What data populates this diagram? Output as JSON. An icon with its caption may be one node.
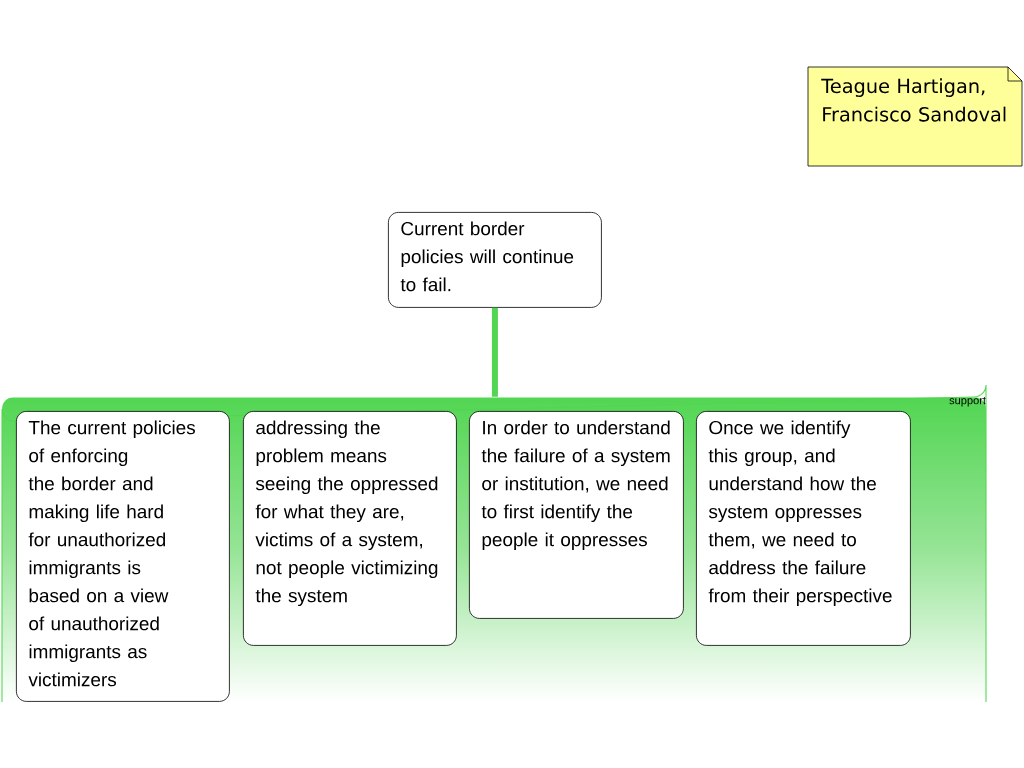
{
  "diagram": {
    "nodes": [
      {
        "text": [
          "Teague Hartigan, Francisco Sandoval"
        ]
      },
      {
        "text": [
          "Current border policies will continue to fail."
        ]
      },
      {
        "text": [
          "support"
        ]
      },
      {
        "text": [
          "The current policies of enforcing the border and making life hard for unauthorized immigrants is based on a view of unauthorized immigrants as victimizers"
        ],
        "in": 2
      },
      {
        "text": [
          "addressing the problem means seeing the oppressed for what they are, victims of a system, not people victimizing the system"
        ],
        "in": 2
      },
      {
        "text": [
          "In order to understand the failure of a system or institution, we need to first identify the people it oppresses"
        ],
        "in": 2
      },
      {
        "text": [
          "Once we identify this group, and understand how the system oppresses them, we need to address the failure from their perspective"
        ],
        "in": 2
      }
    ],
    "edges": [
      {
        "from": 2,
        "to": 1,
        "arrow": "none"
      }
    ]
  }
}
